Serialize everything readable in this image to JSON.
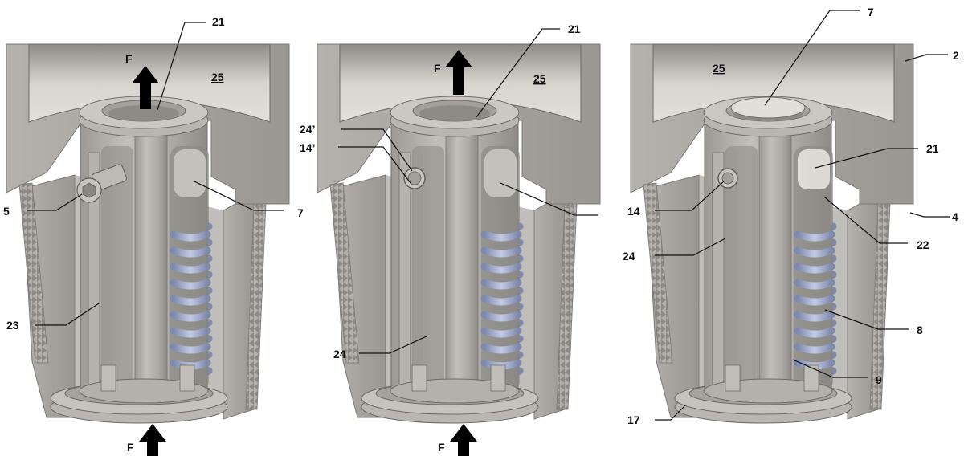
{
  "panels": [
    {
      "force_top": "F",
      "force_bottom": "F",
      "chamber_label": "25",
      "callouts": [
        "21",
        "5",
        "7",
        "23"
      ]
    },
    {
      "force_top": "F",
      "force_bottom": "F",
      "chamber_label": "25",
      "callouts": [
        "21",
        "24’",
        "14’",
        "24"
      ]
    },
    {
      "chamber_label": "25",
      "callouts": [
        "7",
        "2",
        "21",
        "14",
        "4",
        "22",
        "24",
        "8",
        "9",
        "17"
      ]
    }
  ],
  "colors": {
    "body": "#a9a6a1",
    "body_dark": "#8f8c87",
    "body_light": "#c9c6c1",
    "chamber": "#d8d5cf",
    "spring": "#8f9bbe",
    "spring_light": "#b8c1dc",
    "arrow": "#000000"
  }
}
